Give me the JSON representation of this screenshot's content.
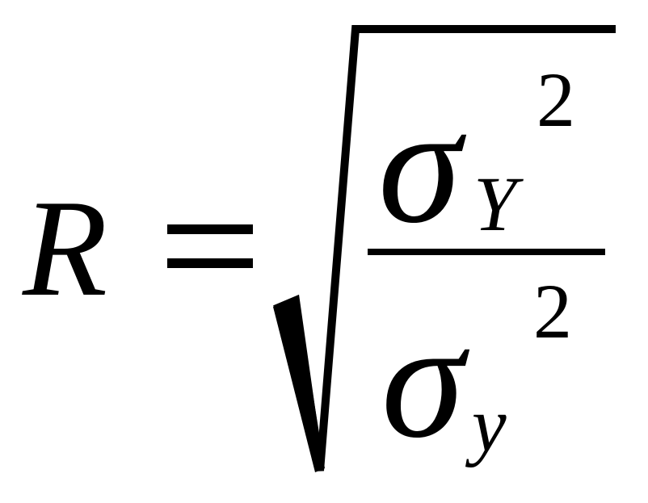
{
  "equation": {
    "lhs": "R",
    "equals": "=",
    "numerator": {
      "base": "σ",
      "subscript": "Y",
      "exponent": "2"
    },
    "denominator": {
      "base": "σ",
      "subscript": "y",
      "exponent": "2"
    }
  },
  "colors": {
    "ink": "#000000",
    "background": "#ffffff"
  }
}
